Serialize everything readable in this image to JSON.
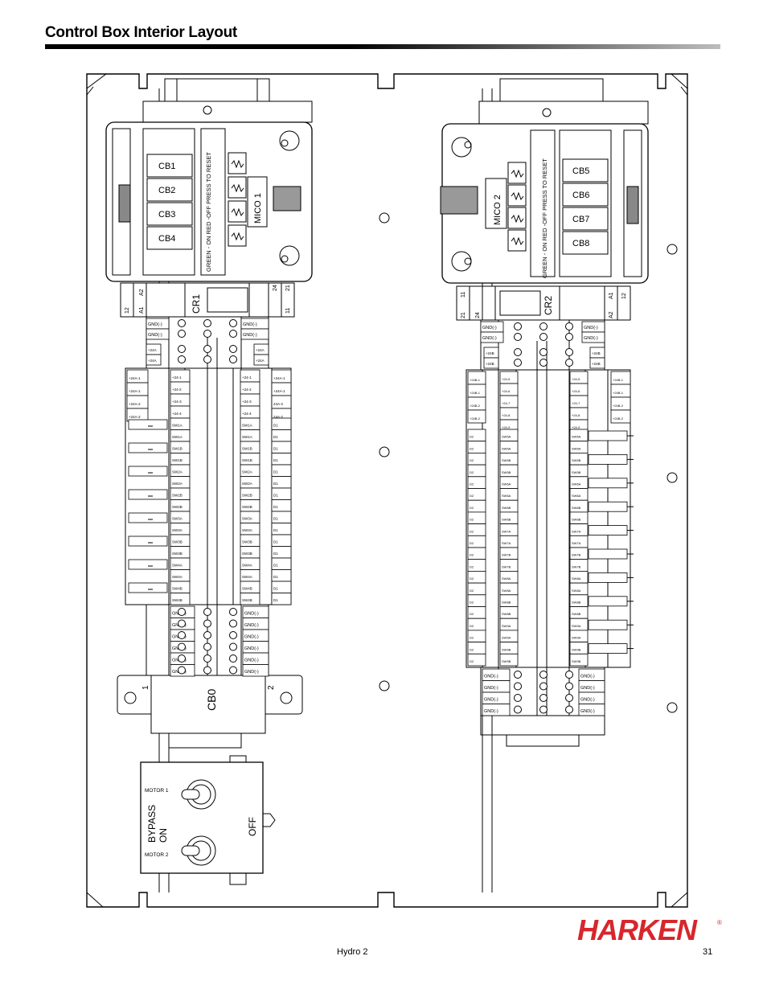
{
  "page": {
    "title": "Control Box Interior Layout",
    "footer_center": "Hydro 2",
    "page_number": "31"
  },
  "logo": {
    "text": "HARKEN",
    "registered": "®",
    "color": "#d7262c"
  },
  "left_unit": {
    "mico_label": "MICO 1",
    "breakers": [
      "CB1",
      "CB2",
      "CB3",
      "CB4"
    ],
    "reset_note": "GREEN - ON RED -OFF PRESS TO RESET",
    "relay_label": "CR1",
    "relay_pins_top": [
      "A2",
      "24"
    ],
    "relay_pins_top_right": [
      "21"
    ],
    "relay_pins_bottom": [
      "12",
      "A1",
      "11"
    ],
    "gnd_top_left": [
      "GND(-)",
      "GND(-)"
    ],
    "gnd_top_right": [
      "GND(-)",
      "GND(-)"
    ],
    "plus24_small": [
      "+24A",
      "+24A"
    ],
    "plus24_small_right": [
      "+24A",
      "+24A"
    ],
    "outer_left_24": [
      "+24A-1",
      "+24A-1",
      "+24A-2",
      "+24A-2"
    ],
    "inner_left_24": [
      "+24-1",
      "+24-2",
      "+24-3",
      "+24-4"
    ],
    "inner_left_sw": [
      "SW1A",
      "SW1A",
      "SW1B",
      "SW1B",
      "SW2A",
      "SW2A",
      "SW2B",
      "SW2B",
      "SW3A",
      "SW3A",
      "SW3B",
      "SW3B",
      "SW4A",
      "SW4A",
      "SW4B",
      "SW4B"
    ],
    "inner_right_24": [
      "+24-1",
      "+24-2",
      "+24-3",
      "+24-4"
    ],
    "inner_right_sw": [
      "SW1A",
      "SW1A",
      "SW1B",
      "SW1B",
      "SW2A",
      "SW2A",
      "SW2B",
      "SW2B",
      "SW3A",
      "SW3A",
      "SW3B",
      "SW3B",
      "SW4A",
      "SW4A",
      "SW4B",
      "SW4B"
    ],
    "outer_right_24": [
      "+24A-1",
      "+24A-1",
      "24A-2",
      "24A-2"
    ],
    "outer_right_d": [
      "D1",
      "D1",
      "D1",
      "D1",
      "D1",
      "D1",
      "D1",
      "D1",
      "D1",
      "D1",
      "D1",
      "D1",
      "D1",
      "D1",
      "D1",
      "D1"
    ],
    "gnd_bottom_left": [
      "GND(-)",
      "GND(-)",
      "GND(-)",
      "GND(-)",
      "GND(-)",
      "GND(-)"
    ],
    "gnd_bottom_right": [
      "GND(-)",
      "GND(-)",
      "GND(-)",
      "GND(-)",
      "GND(-)",
      "GND(-)"
    ],
    "cb0_label": "CB0",
    "cb0_pin1": "1",
    "cb0_pin2": "2"
  },
  "right_unit": {
    "mico_label": "MICO 2",
    "breakers": [
      "CB5",
      "CB6",
      "CB7",
      "CB8"
    ],
    "reset_note": "GREEN - ON RED -OFF PRESS TO RESET",
    "relay_label": "CR2",
    "relay_pins_top_left": [
      "21",
      "11"
    ],
    "relay_pins_top": [
      "24"
    ],
    "relay_pins_right": [
      "A1",
      "A2",
      "12"
    ],
    "gnd_top_left": [
      "GND(-)",
      "GND(-)"
    ],
    "gnd_top_right": [
      "GND(-)",
      "GND(-)"
    ],
    "plus24_small": [
      "+24B",
      "+24B"
    ],
    "plus24_small_right": [
      "+24B",
      "+24B"
    ],
    "outer_left_24": [
      "+24B-1",
      "+24B-1",
      "+24B-2",
      "+24B-2"
    ],
    "outer_left_d": [
      "D2",
      "D2",
      "D2",
      "D2",
      "D2",
      "D2",
      "D2",
      "D2",
      "D2",
      "D2",
      "D2",
      "D2",
      "D2",
      "D2",
      "D2",
      "D2",
      "D2",
      "D2",
      "D2",
      "D2"
    ],
    "inner_left_24": [
      "+24-5",
      "+24-6",
      "+24-7",
      "+24-8",
      "+24-9"
    ],
    "inner_left_sw": [
      "SW5A",
      "SW5A",
      "SW5B",
      "SW5B",
      "SW6A",
      "SW6A",
      "SW6B",
      "SW6B",
      "SW7A",
      "SW7A",
      "SW7B",
      "SW7B",
      "SW8A",
      "SW8A",
      "SW8B",
      "SW8B",
      "SW9A",
      "SW9A",
      "SW9B",
      "SW9B"
    ],
    "inner_right_24": [
      "+24-5",
      "+24-6",
      "+24-7",
      "+24-8",
      "+24-9"
    ],
    "inner_right_sw": [
      "SW5A",
      "SW5A",
      "SW5B",
      "SW5B",
      "SW6A",
      "SW6A",
      "SW6B",
      "SW6B",
      "SW7A",
      "SW7A",
      "SW7B",
      "SW7B",
      "SW8A",
      "SW8A",
      "SW8B",
      "SW8B",
      "SW9A",
      "SW9A",
      "SW9B",
      "SW9B"
    ],
    "outer_right_24": [
      "+24B-1",
      "+24B-1",
      "+24B-2",
      "+24B-2"
    ],
    "gnd_bottom_left": [
      "GND(-)",
      "GND(-)",
      "GND(-)",
      "GND(-)"
    ],
    "gnd_bottom_right": [
      "GND(-)",
      "GND(-)",
      "GND(-)",
      "GND(-)"
    ]
  },
  "switch_panel": {
    "motor1": "MOTOR 1",
    "motor2": "MOTOR 2",
    "bypass": "BYPASS",
    "on": "ON",
    "off": "OFF"
  }
}
